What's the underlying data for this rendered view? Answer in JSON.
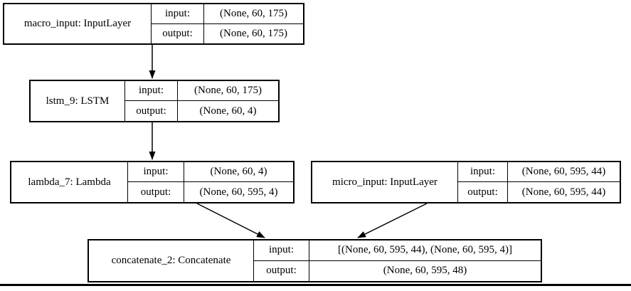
{
  "diagram": {
    "kind": "keras-model-plot",
    "background_color": "#ffffff",
    "line_color": "#000000",
    "text_color": "#000000"
  },
  "nodes": [
    {
      "id": "macro_input",
      "label": "macro_input: InputLayer",
      "rows": [
        {
          "key": "input:",
          "value": "(None, 60, 175)"
        },
        {
          "key": "output:",
          "value": "(None, 60, 175)"
        }
      ]
    },
    {
      "id": "lstm_9",
      "label": "lstm_9: LSTM",
      "rows": [
        {
          "key": "input:",
          "value": "(None, 60, 175)"
        },
        {
          "key": "output:",
          "value": "(None, 60, 4)"
        }
      ]
    },
    {
      "id": "lambda_7",
      "label": "lambda_7: Lambda",
      "rows": [
        {
          "key": "input:",
          "value": "(None, 60, 4)"
        },
        {
          "key": "output:",
          "value": "(None, 60, 595, 4)"
        }
      ]
    },
    {
      "id": "micro_input",
      "label": "micro_input: InputLayer",
      "rows": [
        {
          "key": "input:",
          "value": "(None, 60, 595, 44)"
        },
        {
          "key": "output:",
          "value": "(None, 60, 595, 44)"
        }
      ]
    },
    {
      "id": "concatenate_2",
      "label": "concatenate_2: Concatenate",
      "rows": [
        {
          "key": "input:",
          "value": "[(None, 60, 595, 44), (None, 60, 595, 4)]"
        },
        {
          "key": "output:",
          "value": "(None, 60, 595, 48)"
        }
      ]
    }
  ],
  "edges": [
    {
      "from": "macro_input",
      "to": "lstm_9"
    },
    {
      "from": "lstm_9",
      "to": "lambda_7"
    },
    {
      "from": "lambda_7",
      "to": "concatenate_2"
    },
    {
      "from": "micro_input",
      "to": "concatenate_2"
    }
  ]
}
